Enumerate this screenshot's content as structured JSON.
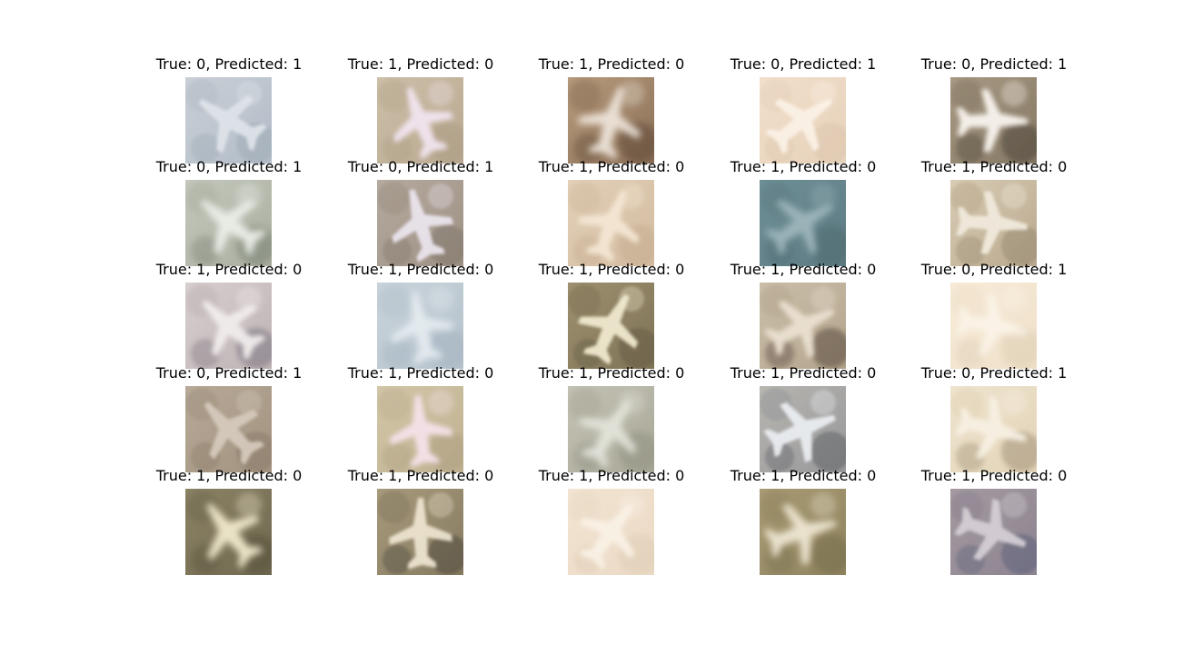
{
  "figure": {
    "panels": [
      {
        "title": "True: 0, Predicted: 1",
        "palette": {
          "bg": "#c9cfd6",
          "mid": "#b2bcc7",
          "hi": "#dfe4ea",
          "dark": "#9aa6b2"
        },
        "icon": "blurry-airplane-icon"
      },
      {
        "title": "True: 1, Predicted: 0",
        "palette": {
          "bg": "#cdbfa9",
          "mid": "#b8a88f",
          "hi": "#f3e6f2",
          "dark": "#a99a82"
        },
        "icon": "airplane-silhouette-icon"
      },
      {
        "title": "True: 1, Predicted: 0",
        "palette": {
          "bg": "#b89c7e",
          "mid": "#8a6f57",
          "hi": "#efe6dc",
          "dark": "#4d3a2c"
        },
        "icon": "airplane-silhouette-icon"
      },
      {
        "title": "True: 0, Predicted: 1",
        "palette": {
          "bg": "#f2dfca",
          "mid": "#e6d2bb",
          "hi": "#fbf2e7",
          "dark": "#d9c2a8"
        },
        "icon": "blurry-airplane-icon"
      },
      {
        "title": "True: 0, Predicted: 1",
        "palette": {
          "bg": "#a89a84",
          "mid": "#857864",
          "hi": "#fbf7f2",
          "dark": "#3b342b"
        },
        "icon": "airplane-silhouette-icon"
      },
      {
        "title": "True: 0, Predicted: 1",
        "palette": {
          "bg": "#c4c8bd",
          "mid": "#a9ae9f",
          "hi": "#eef0ea",
          "dark": "#6d7366"
        },
        "icon": "blurry-airplane-icon"
      },
      {
        "title": "True: 0, Predicted: 1",
        "palette": {
          "bg": "#b6aa9e",
          "mid": "#9d9084",
          "hi": "#ece6ef",
          "dark": "#7b7067"
        },
        "icon": "airplane-silhouette-icon"
      },
      {
        "title": "True: 1, Predicted: 0",
        "palette": {
          "bg": "#e2d0b8",
          "mid": "#d2bb9f",
          "hi": "#f5e7d5",
          "dark": "#c2a98b"
        },
        "icon": "blurry-airplane-icon"
      },
      {
        "title": "True: 1, Predicted: 0",
        "palette": {
          "bg": "#6f8f96",
          "mid": "#5d7b82",
          "hi": "#9fb7bd",
          "dark": "#4a646a"
        },
        "icon": "airplane-silhouette-icon"
      },
      {
        "title": "True: 1, Predicted: 0",
        "palette": {
          "bg": "#d9ccb5",
          "mid": "#b8a88d",
          "hi": "#f2ebde",
          "dark": "#8f806a"
        },
        "icon": "airplane-silhouette-icon"
      },
      {
        "title": "True: 1, Predicted: 0",
        "palette": {
          "bg": "#d8cfcf",
          "mid": "#bdb2b4",
          "hi": "#f3eeee",
          "dark": "#6d6674"
        },
        "icon": "blurry-airplane-icon"
      },
      {
        "title": "True: 1, Predicted: 0",
        "palette": {
          "bg": "#c9d3da",
          "mid": "#b5c2cc",
          "hi": "#e6edf1",
          "dark": "#9fb0bd"
        },
        "icon": "blurry-airplane-icon"
      },
      {
        "title": "True: 1, Predicted: 0",
        "palette": {
          "bg": "#9d9070",
          "mid": "#7f7356",
          "hi": "#f3ecd2",
          "dark": "#5d543e"
        },
        "icon": "airplane-silhouette-icon"
      },
      {
        "title": "True: 1, Predicted: 0",
        "palette": {
          "bg": "#cbbfaa",
          "mid": "#b3a48c",
          "hi": "#ece2d3",
          "dark": "#3a2e27"
        },
        "icon": "blurry-airplane-icon"
      },
      {
        "title": "True: 0, Predicted: 1",
        "palette": {
          "bg": "#f7ebd8",
          "mid": "#efe0c9",
          "hi": "#fbf4e9",
          "dark": "#d8c7ae"
        },
        "icon": "blurry-airplane-icon"
      },
      {
        "title": "True: 0, Predicted: 1",
        "palette": {
          "bg": "#b8aa98",
          "mid": "#a1927f",
          "hi": "#d6cbbd",
          "dark": "#857665"
        },
        "icon": "blurry-airplane-icon"
      },
      {
        "title": "True: 1, Predicted: 0",
        "palette": {
          "bg": "#d2c6a8",
          "mid": "#bfb191",
          "hi": "#f6e3ec",
          "dark": "#a89a7c"
        },
        "icon": "airplane-silhouette-icon"
      },
      {
        "title": "True: 1, Predicted: 0",
        "palette": {
          "bg": "#c3c2b4",
          "mid": "#a9a898",
          "hi": "#e4e5dc",
          "dark": "#8a8a7b"
        },
        "icon": "airplane-silhouette-icon"
      },
      {
        "title": "True: 1, Predicted: 0",
        "palette": {
          "bg": "#b7b6b0",
          "mid": "#98979a",
          "hi": "#eceff3",
          "dark": "#4d5159"
        },
        "icon": "airplane-silhouette-icon"
      },
      {
        "title": "True: 0, Predicted: 1",
        "palette": {
          "bg": "#efe4cf",
          "mid": "#e2d3b7",
          "hi": "#f8f1e4",
          "dark": "#8d7f63"
        },
        "icon": "blurry-airplane-icon"
      },
      {
        "title": "True: 1, Predicted: 0",
        "palette": {
          "bg": "#8d8466",
          "mid": "#6f6850",
          "hi": "#f5edd0",
          "dark": "#4e4937"
        },
        "icon": "airplane-silhouette-icon"
      },
      {
        "title": "True: 1, Predicted: 0",
        "palette": {
          "bg": "#a89a7c",
          "mid": "#857a60",
          "hi": "#efe6d2",
          "dark": "#3e3a33"
        },
        "icon": "airplane-silhouette-icon"
      },
      {
        "title": "True: 1, Predicted: 0",
        "palette": {
          "bg": "#f2e4d2",
          "mid": "#ead9c4",
          "hi": "#faf2e7",
          "dark": "#dcc9b2"
        },
        "icon": "blurry-airplane-icon"
      },
      {
        "title": "True: 1, Predicted: 0",
        "palette": {
          "bg": "#a89b74",
          "mid": "#8f835f",
          "hi": "#f1e9d6",
          "dark": "#6f6648"
        },
        "icon": "airplane-silhouette-icon"
      },
      {
        "title": "True: 1, Predicted: 0",
        "palette": {
          "bg": "#a59aa0",
          "mid": "#8c8391",
          "hi": "#d6d0d6",
          "dark": "#4f5874"
        },
        "icon": "airplane-silhouette-icon"
      }
    ]
  }
}
